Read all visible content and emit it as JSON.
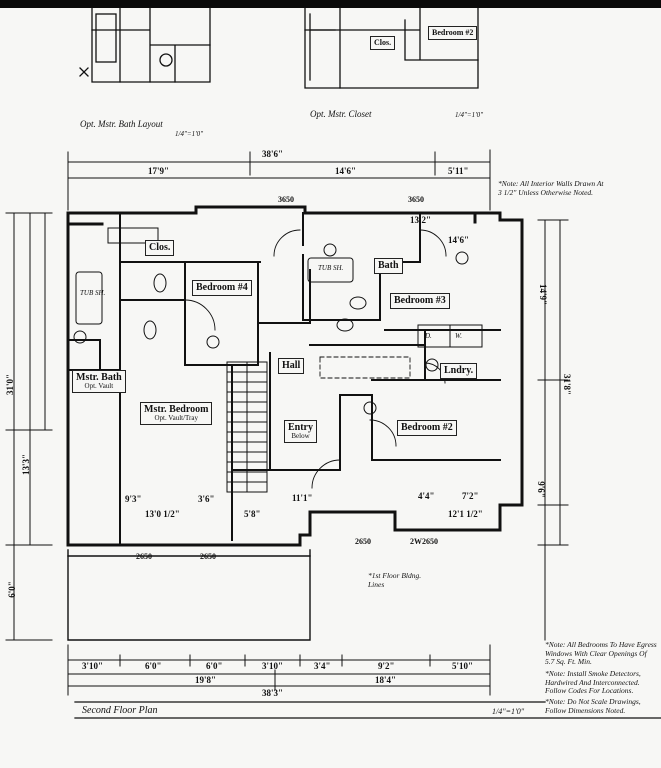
{
  "header": {
    "bath_layout": "Opt. Mstr. Bath Layout",
    "bath_scale": "1/4\"=1'0\"",
    "closet": "Opt. Mstr. Closet",
    "closet_scale": "1/4\"=1'0\"",
    "clos": "Clos.",
    "bedroom2": "Bedroom #2"
  },
  "rooms": {
    "clos": "Clos.",
    "bedroom4": "Bedroom #4",
    "bath": "Bath",
    "bedroom3": "Bedroom #3",
    "mstr_bath": "Mstr. Bath",
    "mstr_bath_sub": "Opt. Vault",
    "hall": "Hall",
    "lndry": "Lndry.",
    "mstr_bedroom": "Mstr. Bedroom",
    "mstr_bedroom_sub": "Opt. Vault/Tray",
    "entry": "Entry",
    "entry_sub": "Below",
    "bedroom2": "Bedroom #2",
    "tub_left": "TUB SH.",
    "tub_right": "TUB SH.",
    "dryer": "D.",
    "washer": "W."
  },
  "dimensions": {
    "overall_top": "38'6\"",
    "top_left": "17'9\"",
    "top_mid": "14'6\"",
    "top_right": "5'11\"",
    "overall_bottom": "38'3\"",
    "bottom_left": "19'8\"",
    "bottom_right": "18'4\"",
    "seg1": "3'10\"",
    "seg2": "6'0\"",
    "seg3": "6'0\"",
    "seg4": "3'10\"",
    "seg5": "3'4\"",
    "seg6": "9'2\"",
    "seg7": "5'10\"",
    "left_overall": "31'0\"",
    "left_2": "13'3\"",
    "left_3": "6'0\"",
    "right_overall": "31'8\"",
    "right_2": "14'9\"",
    "right_3": "9'6\"",
    "bedroom3_width": "13'2\"",
    "bedroom3_w2": "14'6\"",
    "mstr_width": "13'0 1/2\"",
    "mstr_9": "9'3\"",
    "mstr_3": "3'6\"",
    "bed2_width": "12'1 1/2\"",
    "bed2_4": "4'4\"",
    "bed2_7": "7'2\"",
    "center_5": "5'8\"",
    "center_11": "11'1\"",
    "win_a": "2650",
    "win_b": "2650",
    "win_c": "2650",
    "win_d": "2W2650",
    "win_e": "3650",
    "win_f": "3650"
  },
  "notes": {
    "walls": "*Note: All Interior Walls Drawn At 3 1/2\" Unless Otherwise Noted.",
    "first_floor": "*1st Floor Bldng. Lines",
    "egress": "*Note: All Bedrooms To Have Egress Windows With Clear Openings Of 5.7 Sq. Ft. Min.",
    "smoke": "*Note: Install Smoke Detectors, Hardwired And Interconnected. Follow Codes For Locations.",
    "scale_note": "*Note: Do Not Scale Drawings, Follow Dimensions Noted."
  },
  "footer": {
    "title": "Second Floor Plan",
    "scale": "1/4\"=1'0\""
  }
}
